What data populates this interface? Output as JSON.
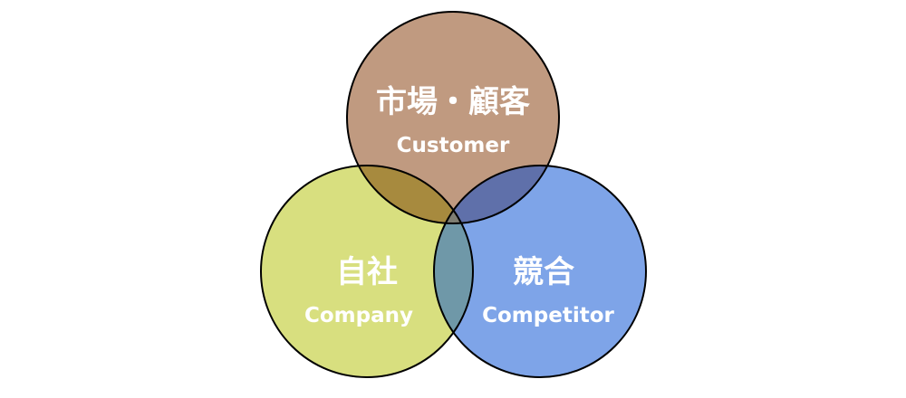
{
  "diagram": {
    "circles": [
      {
        "id": "customer",
        "title": "市場・顧客",
        "subtitle": "Customer",
        "color": "#c09a80"
      },
      {
        "id": "company",
        "title": "自社",
        "subtitle": "Company",
        "color": "#d8df7f"
      },
      {
        "id": "competitor",
        "title": "競合",
        "subtitle": "Competitor",
        "color": "#7ea4e8"
      }
    ],
    "overlap_colors": {
      "customer_company": "#a78a3e",
      "customer_competitor": "#5f70aa",
      "company_competitor": "#6f98a8",
      "center": "#7f7e72"
    },
    "outline_color": "#000000"
  }
}
